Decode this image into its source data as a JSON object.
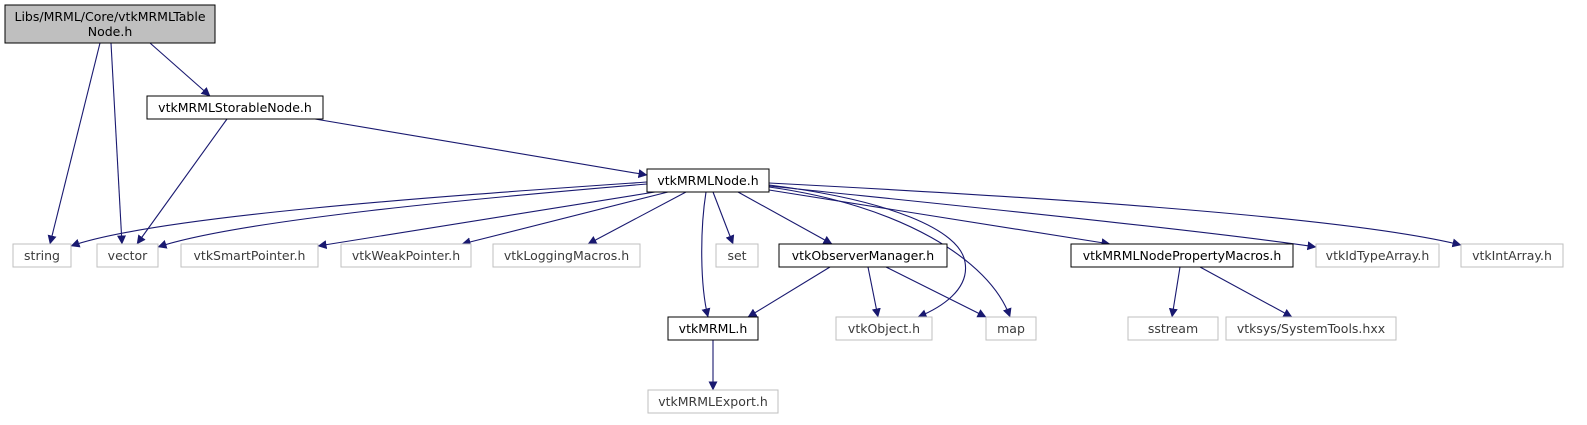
{
  "colors": {
    "edge": "#191970",
    "root_fill": "#bfbfbf",
    "documented_border": "#000000",
    "undocumented_border": "#bfbfbf"
  },
  "nodes": {
    "root": {
      "lines": [
        "Libs/MRML/Core/vtkMRMLTable",
        "Node.h"
      ],
      "style": "root"
    },
    "storable": {
      "lines": [
        "vtkMRMLStorableNode.h"
      ],
      "style": "documented"
    },
    "mrmlnode": {
      "lines": [
        "vtkMRMLNode.h"
      ],
      "style": "documented"
    },
    "string": {
      "lines": [
        "string"
      ],
      "style": "external"
    },
    "vector": {
      "lines": [
        "vector"
      ],
      "style": "external"
    },
    "smartptr": {
      "lines": [
        "vtkSmartPointer.h"
      ],
      "style": "external"
    },
    "weakptr": {
      "lines": [
        "vtkWeakPointer.h"
      ],
      "style": "external"
    },
    "logging": {
      "lines": [
        "vtkLoggingMacros.h"
      ],
      "style": "external"
    },
    "set": {
      "lines": [
        "set"
      ],
      "style": "external"
    },
    "observer": {
      "lines": [
        "vtkObserverManager.h"
      ],
      "style": "documented"
    },
    "propmacros": {
      "lines": [
        "vtkMRMLNodePropertyMacros.h"
      ],
      "style": "documented"
    },
    "idtype": {
      "lines": [
        "vtkIdTypeArray.h"
      ],
      "style": "external"
    },
    "intarray": {
      "lines": [
        "vtkIntArray.h"
      ],
      "style": "external"
    },
    "mrmlh": {
      "lines": [
        "vtkMRML.h"
      ],
      "style": "documented"
    },
    "vtkobject": {
      "lines": [
        "vtkObject.h"
      ],
      "style": "external"
    },
    "map": {
      "lines": [
        "map"
      ],
      "style": "external"
    },
    "sstream": {
      "lines": [
        "sstream"
      ],
      "style": "external"
    },
    "systemtools": {
      "lines": [
        "vtksys/SystemTools.hxx"
      ],
      "style": "external"
    },
    "export": {
      "lines": [
        "vtkMRMLExport.h"
      ],
      "style": "external"
    }
  },
  "edges": [
    [
      "root",
      "string"
    ],
    [
      "root",
      "vector"
    ],
    [
      "root",
      "storable"
    ],
    [
      "storable",
      "vector"
    ],
    [
      "storable",
      "mrmlnode"
    ],
    [
      "mrmlnode",
      "string"
    ],
    [
      "mrmlnode",
      "vector"
    ],
    [
      "mrmlnode",
      "smartptr"
    ],
    [
      "mrmlnode",
      "weakptr"
    ],
    [
      "mrmlnode",
      "logging"
    ],
    [
      "mrmlnode",
      "set"
    ],
    [
      "mrmlnode",
      "observer"
    ],
    [
      "mrmlnode",
      "mrmlh"
    ],
    [
      "mrmlnode",
      "vtkobject"
    ],
    [
      "mrmlnode",
      "map"
    ],
    [
      "mrmlnode",
      "propmacros"
    ],
    [
      "mrmlnode",
      "idtype"
    ],
    [
      "mrmlnode",
      "intarray"
    ],
    [
      "observer",
      "mrmlh"
    ],
    [
      "observer",
      "vtkobject"
    ],
    [
      "observer",
      "map"
    ],
    [
      "propmacros",
      "sstream"
    ],
    [
      "propmacros",
      "systemtools"
    ],
    [
      "mrmlh",
      "export"
    ]
  ]
}
